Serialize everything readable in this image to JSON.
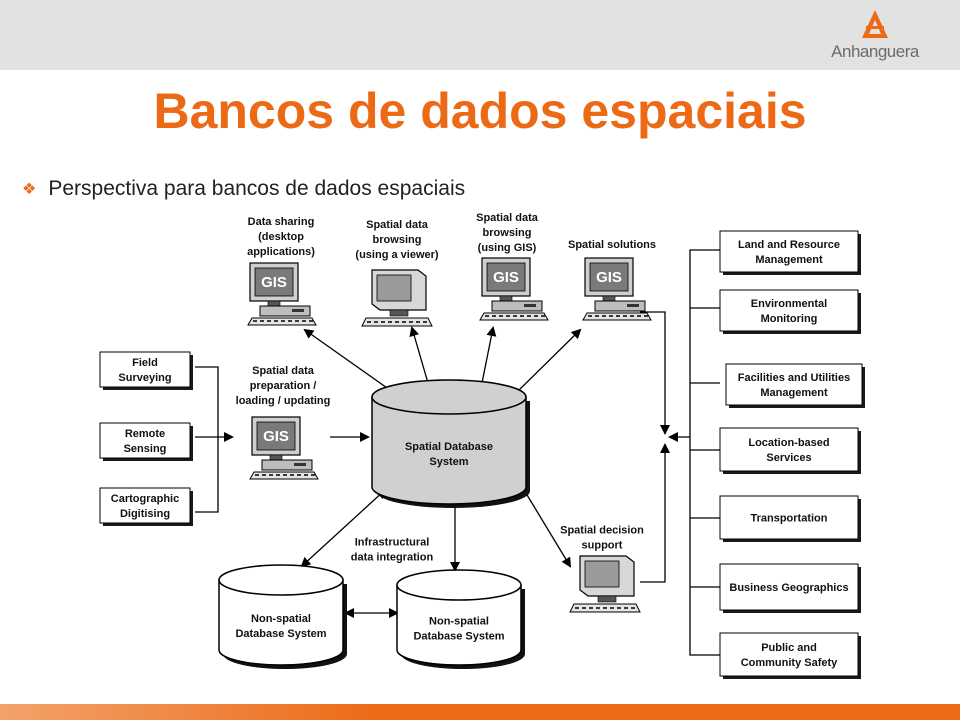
{
  "header": {
    "logo_text": "Anhanguera",
    "brand_color": "#ec6a16"
  },
  "slide": {
    "title": "Bancos de dados espaciais",
    "bullet": "Perspectiva para bancos de dados espaciais"
  },
  "diagram": {
    "central_db": [
      "Spatial Database",
      "System"
    ],
    "non_spatial_left": [
      "Non-spatial",
      "Database System"
    ],
    "non_spatial_right": [
      "Non-spatial",
      "Database System"
    ],
    "infra_label": [
      "Infrastructural",
      "data integration"
    ],
    "gis_label": "GIS",
    "top_clients": [
      {
        "lines": [
          "Data sharing",
          "(desktop",
          "applications)"
        ]
      },
      {
        "lines": [
          "Spatial data",
          "browsing",
          "(using a viewer)"
        ]
      },
      {
        "lines": [
          "Spatial data",
          "browsing",
          "(using GIS)"
        ]
      },
      {
        "lines": [
          "Spatial solutions"
        ]
      }
    ],
    "prep_label": [
      "Spatial data",
      "preparation /",
      "loading / updating"
    ],
    "decision_label": [
      "Spatial decision",
      "support"
    ],
    "left_sources": [
      {
        "lines": [
          "Field",
          "Surveying"
        ]
      },
      {
        "lines": [
          "Remote",
          "Sensing"
        ]
      },
      {
        "lines": [
          "Cartographic",
          "Digitising"
        ]
      }
    ],
    "applications": [
      {
        "lines": [
          "Land and Resource",
          "Management"
        ]
      },
      {
        "lines": [
          "Environmental",
          "Monitoring"
        ]
      },
      {
        "lines": [
          "Facilities and Utilities",
          "Management"
        ]
      },
      {
        "lines": [
          "Location-based",
          "Services"
        ]
      },
      {
        "lines": [
          "Transportation"
        ]
      },
      {
        "lines": [
          "Business Geographics"
        ]
      },
      {
        "lines": [
          "Public and",
          "Community Safety"
        ]
      }
    ]
  }
}
